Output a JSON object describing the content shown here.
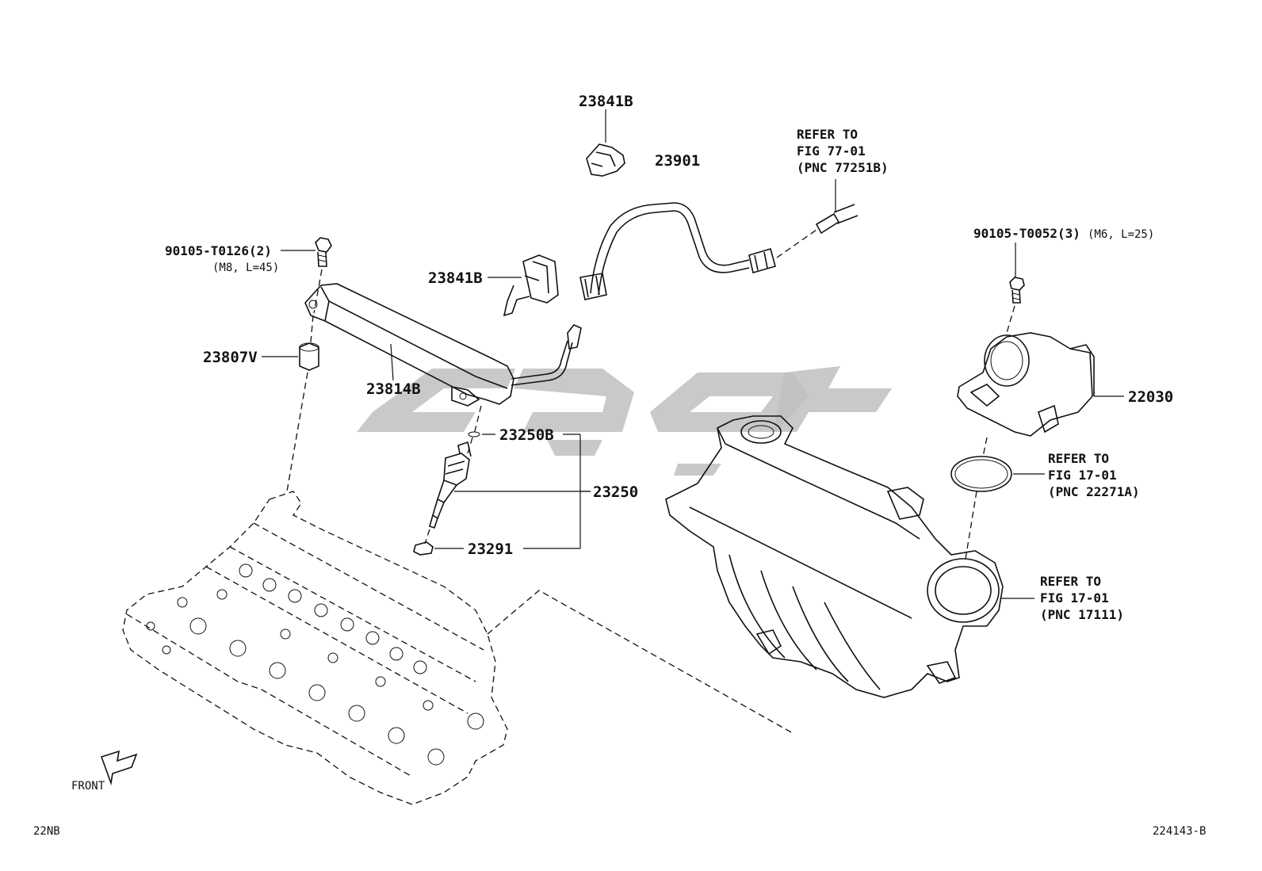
{
  "labels": {
    "p23841b_top": "23841B",
    "p23901": "23901",
    "refer_fuel_1": "REFER TO",
    "refer_fuel_2": "FIG 77-01",
    "refer_fuel_3": "(PNC 77251B)",
    "bolt_left": "90105-T0126(2)",
    "bolt_left_spec": "(M8, L=45)",
    "p23841b_mid": "23841B",
    "p23807v": "23807V",
    "p23814b": "23814B",
    "bolt_right": "90105-T0052(3)",
    "bolt_right_spec": "(M6, L=25)",
    "p22030": "22030",
    "p23250b": "23250B",
    "p23250": "23250",
    "p23291": "23291",
    "refer_gasket_1": "REFER TO",
    "refer_gasket_2": "FIG 17-01",
    "refer_gasket_3": "(PNC 22271A)",
    "refer_manifold_1": "REFER TO",
    "refer_manifold_2": "FIG 17-01",
    "refer_manifold_3": "(PNC 17111)",
    "front": "FRONT",
    "engine_code": "22NB",
    "figure_id": "224143-B"
  },
  "colors": {
    "line": "#111111",
    "watermark": "#bfbfbf",
    "background": "#ffffff"
  },
  "icons": {
    "front_arrow": "front-arrow-icon"
  }
}
